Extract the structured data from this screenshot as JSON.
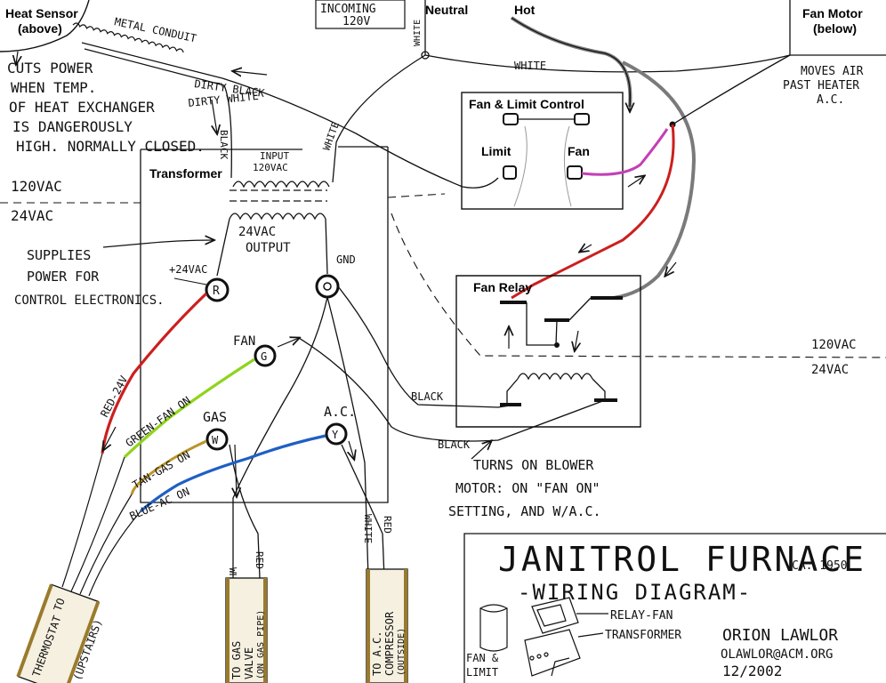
{
  "labels": {
    "heat_sensor": [
      "Heat Sensor",
      "(above)"
    ],
    "neutral": "Neutral",
    "hot": "Hot",
    "fan_motor": [
      "Fan Motor",
      "(below)"
    ],
    "incoming": [
      "INCOMING",
      "120V"
    ],
    "metal_conduit": "METAL CONDUIT",
    "cuts_power": [
      "CUTS POWER",
      "WHEN TEMP.",
      "OF HEAT EXCHANGER",
      "IS DANGEROUSLY",
      "HIGH. NORMALLY CLOSED."
    ],
    "dirty_black": "DIRTY BLACK",
    "dirty_white": "DIRTY WHITE",
    "black_vertical": "BLACK",
    "white_top": "WHITE",
    "white_left": "WHITE",
    "white_neutral": "WHITE",
    "moves_air": [
      "MOVES AIR",
      "PAST HEATER",
      "A.C."
    ],
    "fan_limit_control": "Fan & Limit Control",
    "limit": "Limit",
    "fan": "Fan",
    "transformer": "Transformer",
    "input": [
      "INPUT",
      "120VAC"
    ],
    "vac120_left": "120VAC",
    "vac24_left": "24VAC",
    "vac_output": [
      "24VAC",
      "OUTPUT"
    ],
    "supplies": [
      "SUPPLIES",
      "POWER FOR",
      "CONTROL ELECTRONICS."
    ],
    "plus24": "+24VAC",
    "terminal_r": "R",
    "gnd": "GND",
    "fan_term_label": "FAN",
    "terminal_g": "G",
    "gas_label": "GAS",
    "terminal_w": "W",
    "ac_label": "A.C.",
    "terminal_y": "Y",
    "red_wire": "RED-24V",
    "green_wire": "GREEN-FAN ON",
    "tan_wire": "TAN-GAS ON",
    "blue_wire": "BLUE-AC ON",
    "fan_relay": "Fan Relay",
    "vac120_right": "120VAC",
    "vac24_right": "24VAC",
    "black_1": "BLACK",
    "black_2": "BLACK",
    "turns_on": [
      "TURNS ON BLOWER",
      "MOTOR: ON \"FAN ON\"",
      "SETTING, AND W/A.C."
    ],
    "white_gas": "WHITE",
    "red_gas": "RED",
    "white_ac": "WHITE",
    "red_ac": "RED",
    "to_thermostat": [
      "TO",
      "THERMOSTAT",
      "(UPSTAIRS)"
    ],
    "to_gas_valve": [
      "TO GAS",
      "VALVE",
      "(ON GAS PIPE)"
    ],
    "to_ac": [
      "TO A.C.",
      "COMPRESSOR",
      "(OUTSIDE)"
    ],
    "title": "JANITROL FURNACE",
    "circa": "CA. 1950",
    "subtitle": "-WIRING DIAGRAM-",
    "relay_fan": "RELAY-FAN",
    "transformer_small": "TRANSFORMER",
    "fan_limit_small": [
      "FAN &",
      "LIMIT"
    ],
    "author": "ORION LAWLOR",
    "email": "OLAWLOR@ACM.ORG",
    "date": "12/2002"
  },
  "colors": {
    "ink": "#111111",
    "hot_wire": "#7a7a7a",
    "red_wire": "#cc1f1f",
    "green_wire": "#8fd41a",
    "tan_wire": "#b9962a",
    "blue_wire": "#1f5fc4",
    "fan_wire": "#c43fb6",
    "cable": "#9a7b2c"
  }
}
